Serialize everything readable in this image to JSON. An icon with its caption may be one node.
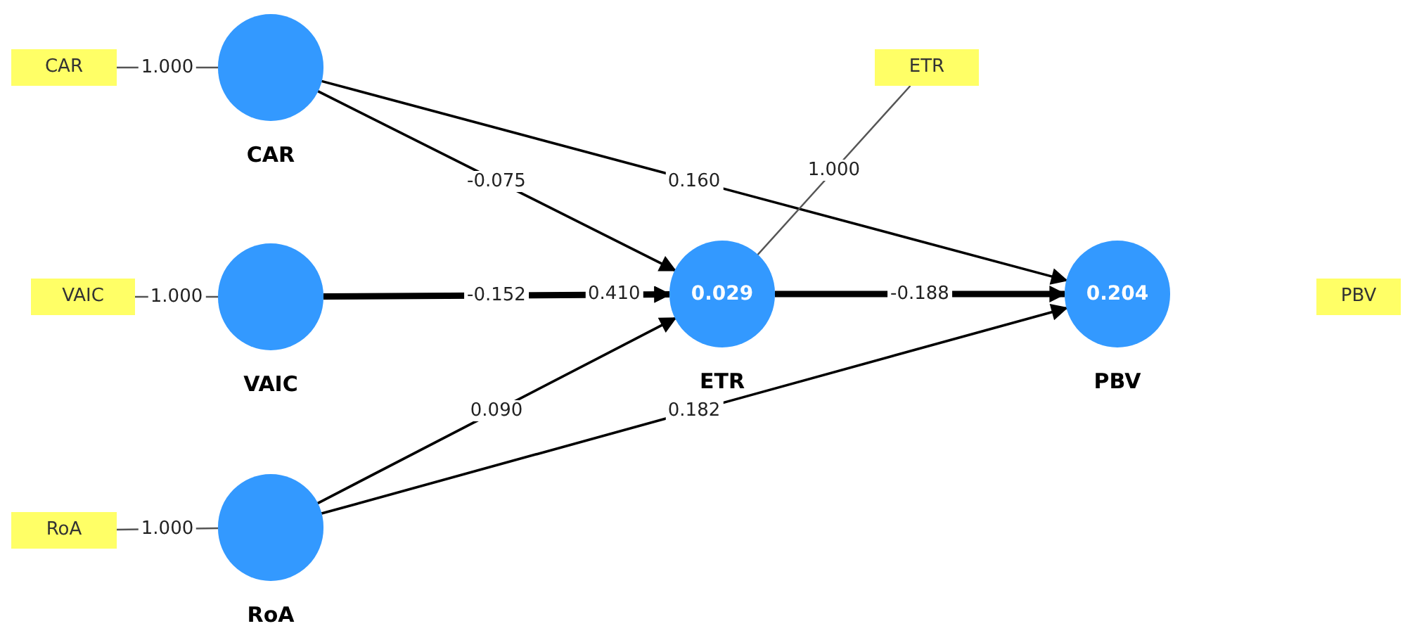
{
  "diagram": {
    "nodes": [
      {
        "text": [
          "CAR"
        ]
      },
      {
        "text": [],
        "shape": "circle",
        "beside": [
          "CAR"
        ]
      },
      {
        "text": [
          "VAIC"
        ]
      },
      {
        "text": [],
        "shape": "circle",
        "beside": [
          "VAIC"
        ]
      },
      {
        "text": [
          "RoA"
        ]
      },
      {
        "text": [],
        "shape": "circle",
        "beside": [
          "RoA"
        ]
      },
      {
        "text": [
          "ETR"
        ]
      },
      {
        "text": [
          "0.029"
        ],
        "beside": [
          "ETR"
        ]
      },
      {
        "text": [
          "0.204"
        ],
        "beside": [
          "PBV"
        ]
      },
      {
        "text": [
          "PBV"
        ]
      }
    ],
    "edges": [
      {
        "from": 0,
        "to": 1,
        "arrow": "none",
        "label": "1.000",
        "color": "#555555"
      },
      {
        "from": 2,
        "to": 3,
        "arrow": "none",
        "label": "1.000",
        "color": "#555555"
      },
      {
        "from": 4,
        "to": 5,
        "arrow": "none",
        "label": "1.000",
        "color": "#555555"
      },
      {
        "from": 1,
        "to": 7,
        "arrow": "to",
        "label": "-0.075"
      },
      {
        "from": 1,
        "to": 8,
        "arrow": "to",
        "label": "0.160"
      },
      {
        "from": 3,
        "to": 7,
        "arrow": "to",
        "label": "-0.152"
      },
      {
        "from": 3,
        "to": 7,
        "arrow": "to",
        "label": "0.410",
        "style": "thick"
      },
      {
        "from": 7,
        "to": 6,
        "arrow": "none",
        "label": "1.000",
        "color": "#555555"
      },
      {
        "from": 7,
        "to": 8,
        "arrow": "to",
        "label": "-0.188",
        "style": "thick"
      },
      {
        "from": 5,
        "to": 7,
        "arrow": "to",
        "label": "0.090"
      },
      {
        "from": 5,
        "to": 8,
        "arrow": "to",
        "label": "0.182"
      }
    ]
  }
}
